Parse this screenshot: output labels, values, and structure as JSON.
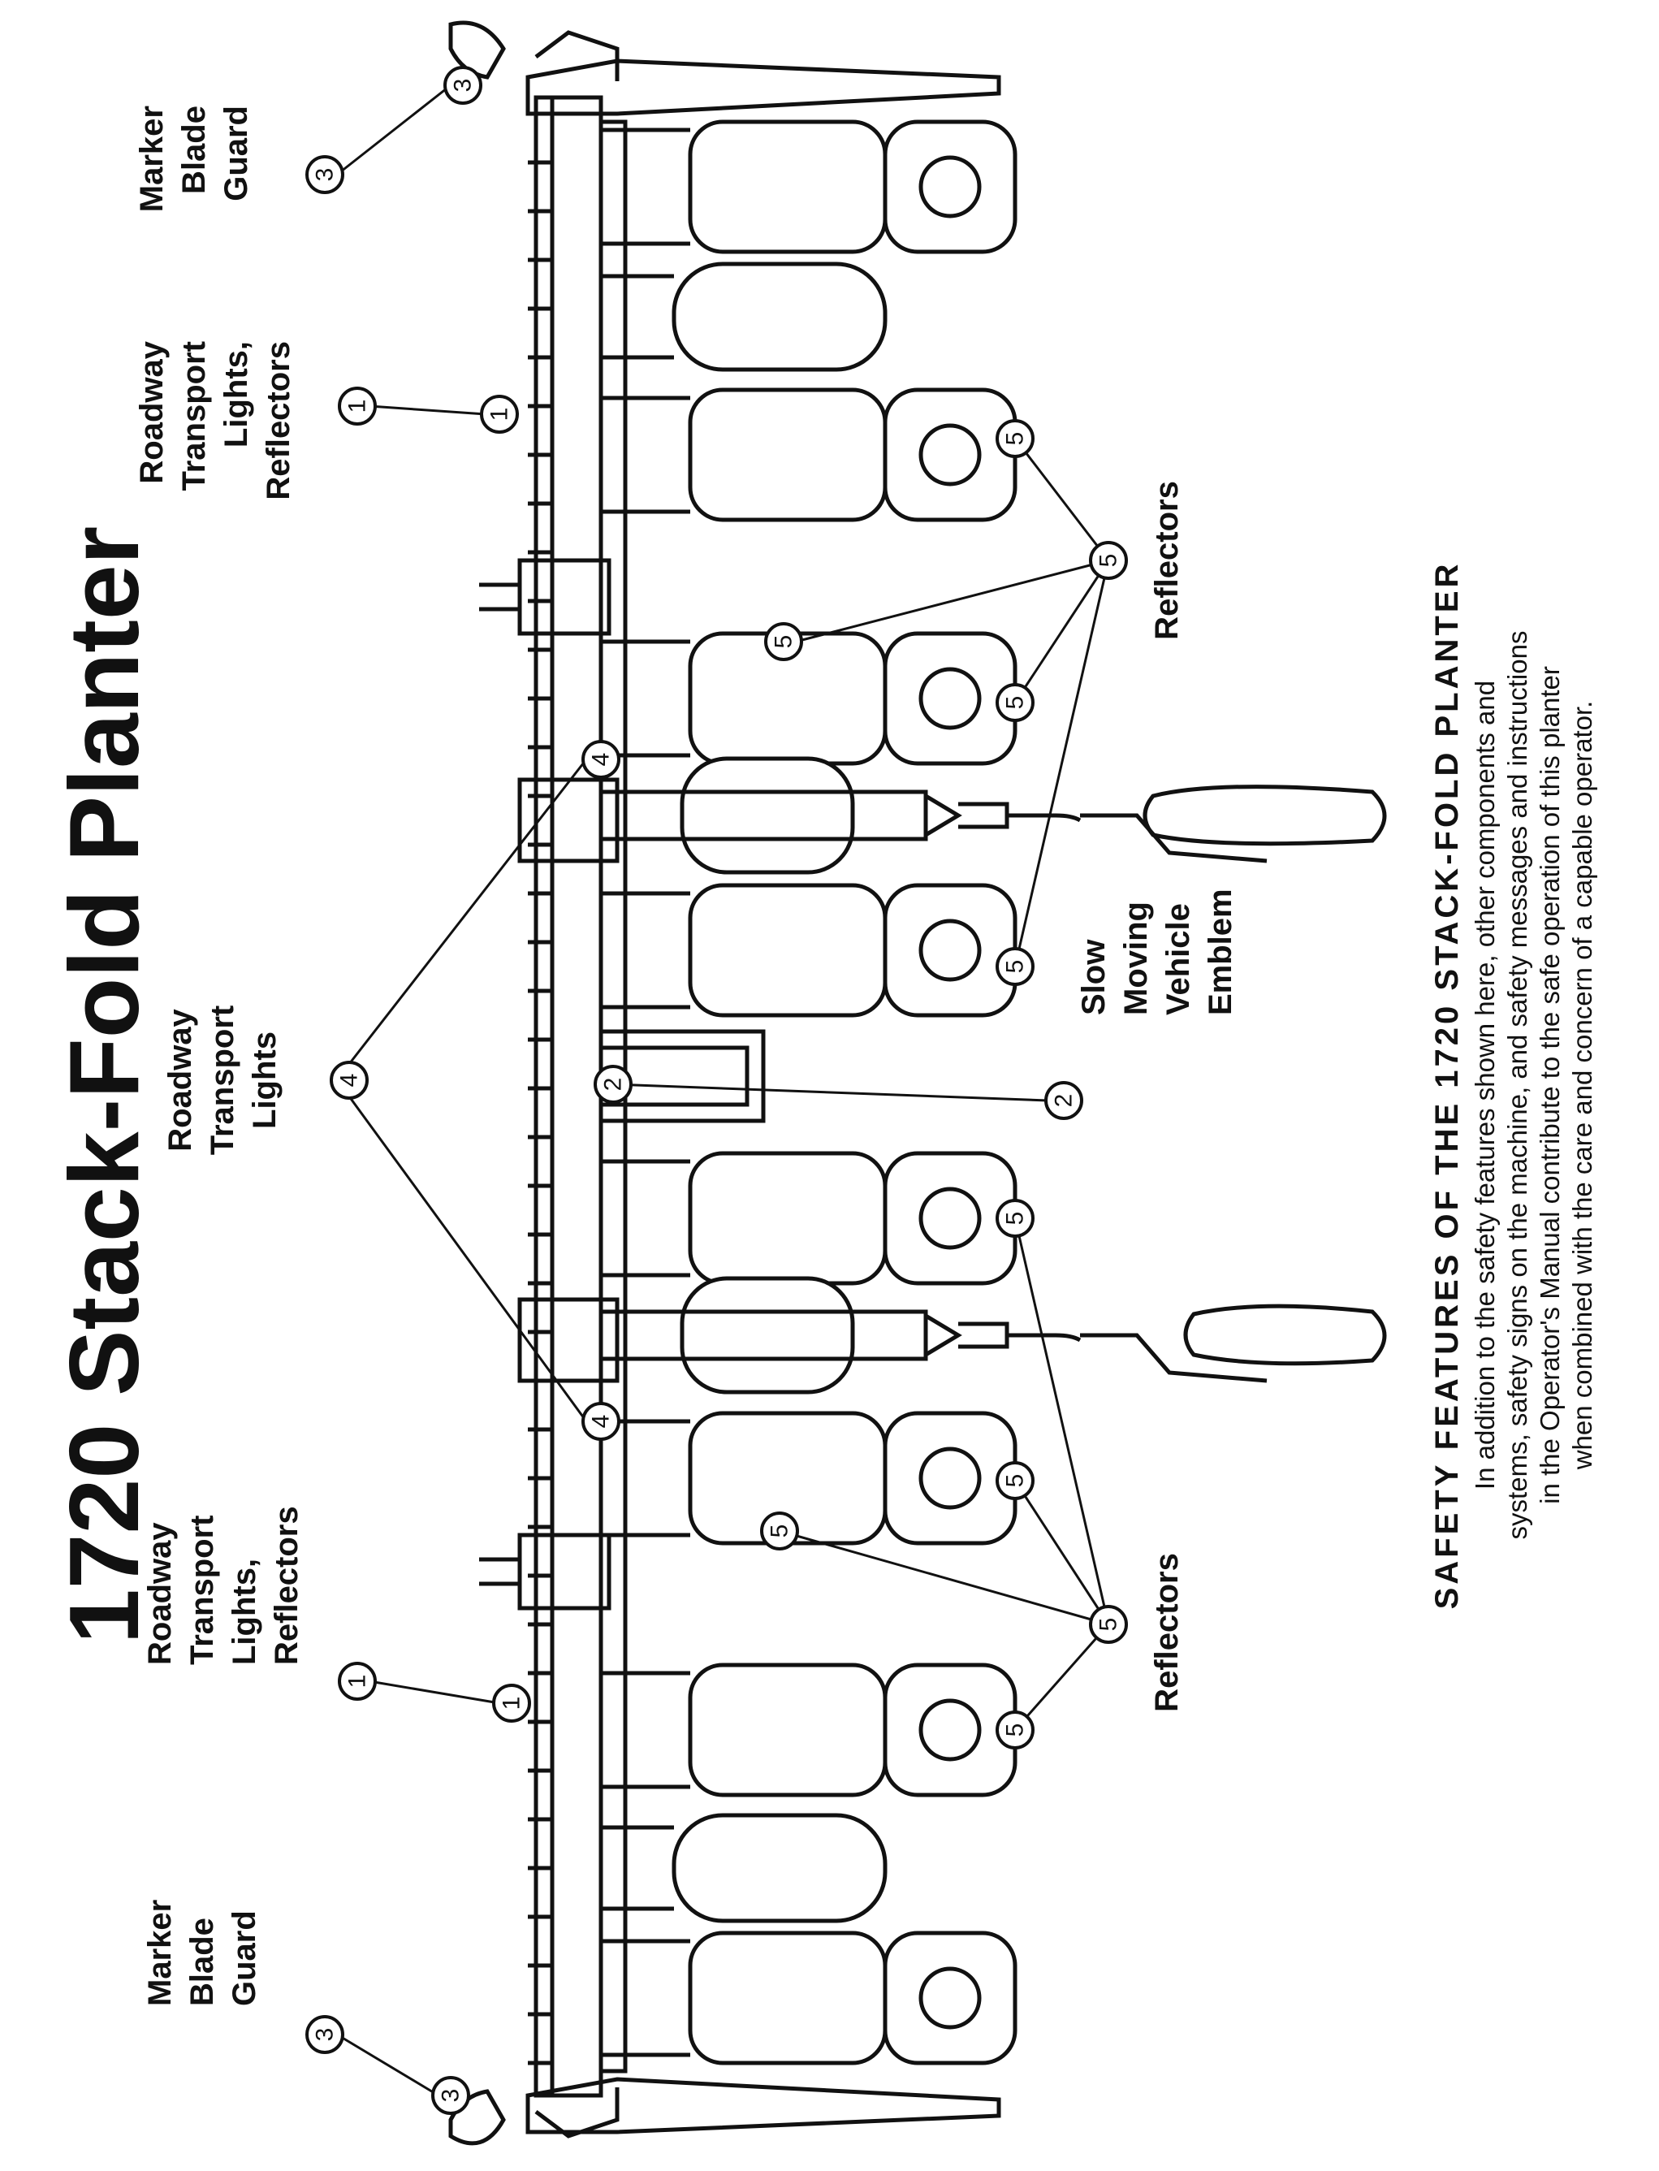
{
  "title": "1720  Stack-Fold  Planter",
  "labels": {
    "marker_blade_guard_top": [
      "Marker",
      "Blade",
      "Guard"
    ],
    "roadway_lights_reflectors_top": [
      "Roadway",
      "Transport",
      "Lights,",
      "Reflectors"
    ],
    "roadway_transport_lights": [
      "Roadway",
      "Transport",
      "Lights"
    ],
    "roadway_lights_reflectors_bottom": [
      "Roadway",
      "Transport",
      "Lights,",
      "Reflectors"
    ],
    "marker_blade_guard_bottom": [
      "Marker",
      "Blade",
      "Guard"
    ],
    "reflectors_top": "Reflectors",
    "slow_moving_vehicle_emblem": [
      "Slow",
      "Moving",
      "Vehicle",
      "Emblem"
    ],
    "reflectors_bottom": "Reflectors"
  },
  "callout_numbers": {
    "one": "1",
    "two": "2",
    "three": "3",
    "four": "4",
    "five": "5"
  },
  "caption": {
    "heading": "SAFETY FEATURES OF THE 1720 STACK-FOLD PLANTER",
    "lines": [
      "In addition to the safety features shown here, other components and",
      "systems, safety signs on the machine, and safety messages and instructions",
      "in the Operator's Manual contribute to the safe operation of this planter",
      "when combined with the care and concern of a capable operator."
    ]
  }
}
